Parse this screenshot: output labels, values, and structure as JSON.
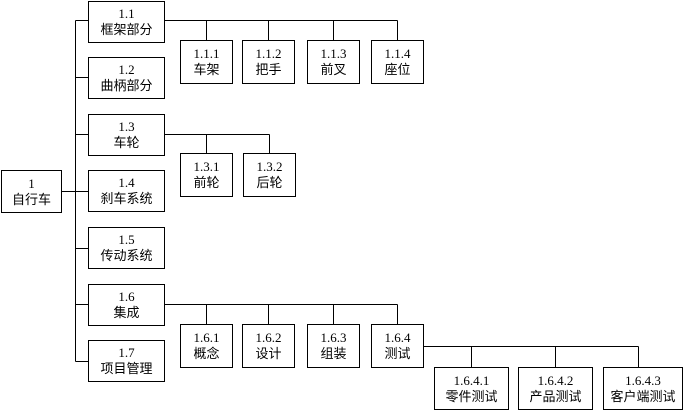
{
  "wbs": {
    "root": {
      "code": "1",
      "name": "自行车"
    },
    "level1": [
      {
        "code": "1.1",
        "name": "框架部分"
      },
      {
        "code": "1.2",
        "name": "曲柄部分"
      },
      {
        "code": "1.3",
        "name": "车轮"
      },
      {
        "code": "1.4",
        "name": "刹车系统"
      },
      {
        "code": "1.5",
        "name": "传动系统"
      },
      {
        "code": "1.6",
        "name": "集成"
      },
      {
        "code": "1.7",
        "name": "项目管理"
      }
    ],
    "frame_children": [
      {
        "code": "1.1.1",
        "name": "车架"
      },
      {
        "code": "1.1.2",
        "name": "把手"
      },
      {
        "code": "1.1.3",
        "name": "前叉"
      },
      {
        "code": "1.1.4",
        "name": "座位"
      }
    ],
    "wheel_children": [
      {
        "code": "1.3.1",
        "name": "前轮"
      },
      {
        "code": "1.3.2",
        "name": "后轮"
      }
    ],
    "integration_children": [
      {
        "code": "1.6.1",
        "name": "概念"
      },
      {
        "code": "1.6.2",
        "name": "设计"
      },
      {
        "code": "1.6.3",
        "name": "组装"
      },
      {
        "code": "1.6.4",
        "name": "测试"
      }
    ],
    "test_children": [
      {
        "code": "1.6.4.1",
        "name": "零件测试"
      },
      {
        "code": "1.6.4.2",
        "name": "产品测试"
      },
      {
        "code": "1.6.4.3",
        "name": "客户端测试"
      }
    ]
  }
}
